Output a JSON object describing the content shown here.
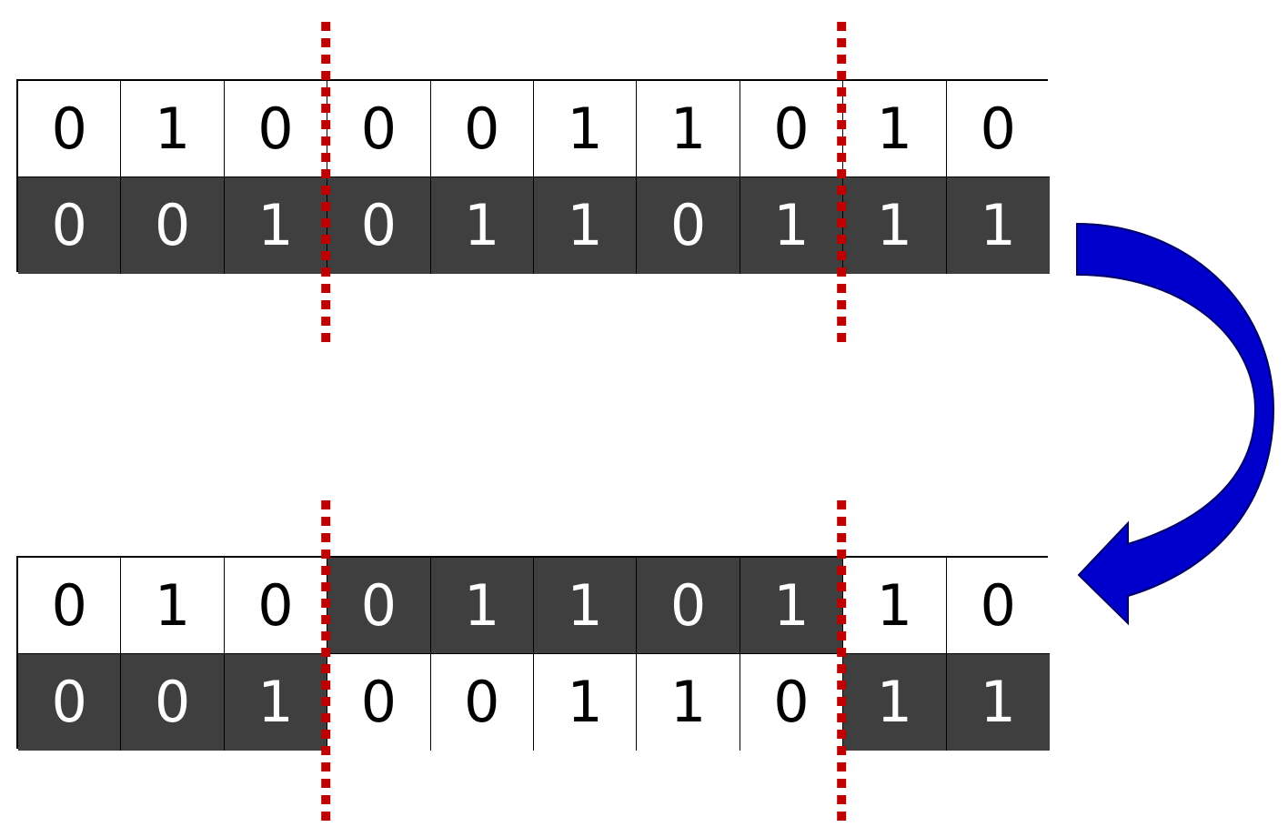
{
  "colors": {
    "light_cell": "#ffffff",
    "dark_cell": "#3f3f3f",
    "cut_line": "#c00000",
    "arrow": "#0000cc"
  },
  "before": {
    "row1": [
      "0",
      "1",
      "0",
      "0",
      "0",
      "1",
      "1",
      "0",
      "1",
      "0"
    ],
    "row2": [
      "0",
      "0",
      "1",
      "0",
      "1",
      "1",
      "0",
      "1",
      "1",
      "1"
    ],
    "row1_shade": [
      "w",
      "w",
      "w",
      "w",
      "w",
      "w",
      "w",
      "w",
      "w",
      "w"
    ],
    "row2_shade": [
      "d",
      "d",
      "d",
      "d",
      "d",
      "d",
      "d",
      "d",
      "d",
      "d"
    ]
  },
  "after": {
    "row1": [
      "0",
      "1",
      "0",
      "0",
      "1",
      "1",
      "0",
      "1",
      "1",
      "0"
    ],
    "row2": [
      "0",
      "0",
      "1",
      "0",
      "0",
      "1",
      "1",
      "0",
      "1",
      "1"
    ],
    "row1_shade": [
      "w",
      "w",
      "w",
      "d",
      "d",
      "d",
      "d",
      "d",
      "w",
      "w"
    ],
    "row2_shade": [
      "d",
      "d",
      "d",
      "w",
      "w",
      "w",
      "w",
      "w",
      "d",
      "d"
    ]
  },
  "crossover_points": [
    3,
    8
  ],
  "arrow_icon": "curved-arrow-down-left-icon"
}
